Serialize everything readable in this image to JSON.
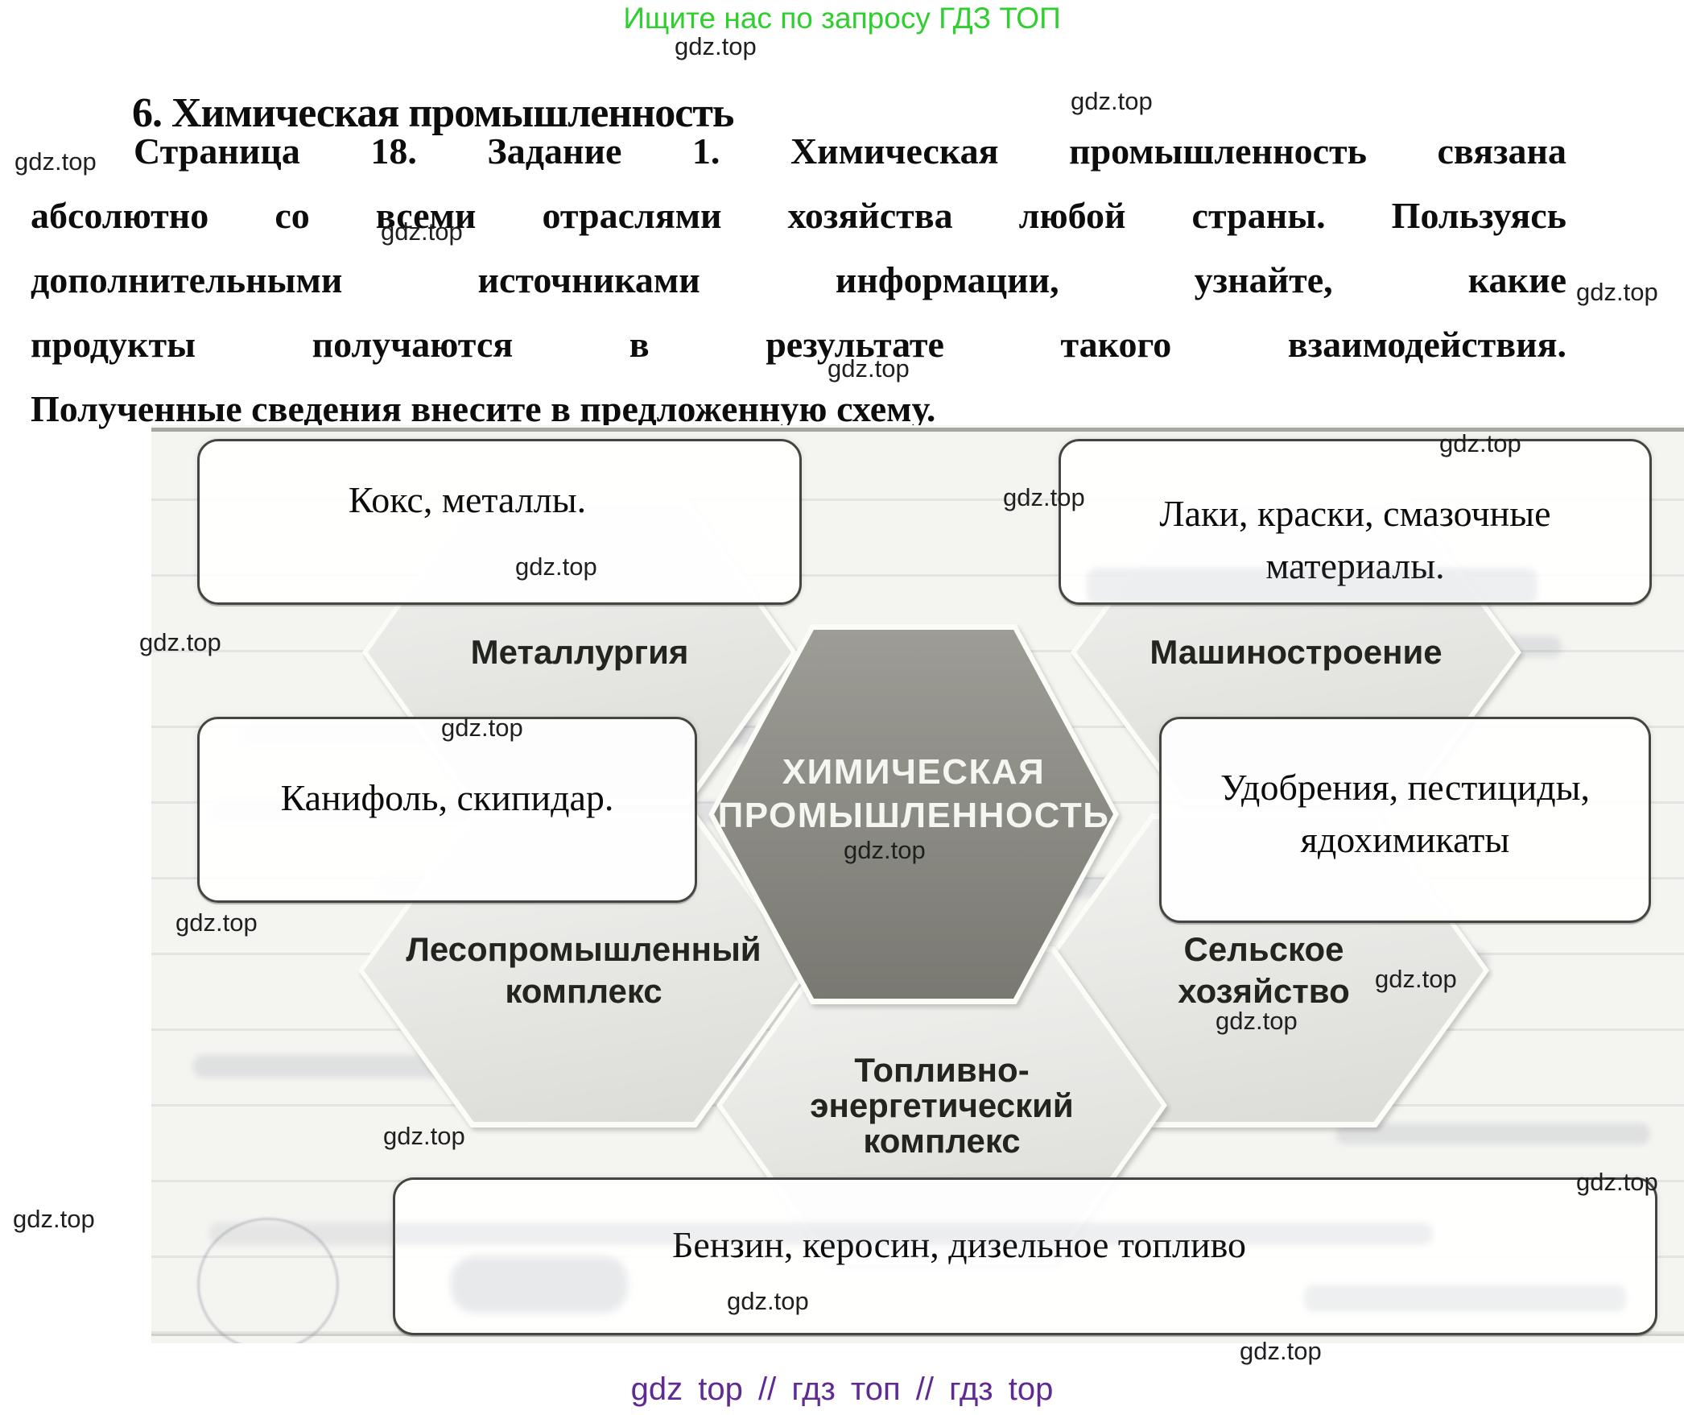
{
  "promo": {
    "text": "Ищите нас по запросу ГДЗ ТОП"
  },
  "watermark": {
    "text": "gdz.top"
  },
  "title": {
    "text": "6. Химическая промышленность"
  },
  "task": {
    "lines": [
      "Страница 18. Задание 1. Химическая промышленность связана",
      "абсолютно со всеми отраслями хозяйства любой страны. Пользуясь",
      "дополнительными источниками информации, узнайте, какие",
      "продукты получаются в результате такого взаимодействия.",
      "Полученные сведения внесите в предложенную схему."
    ]
  },
  "diagram": {
    "center": {
      "lines": [
        "ХИМИЧЕСКАЯ",
        "ПРОМЫШЛЕННОСТЬ"
      ]
    },
    "hexagons": [
      {
        "key": "metallurgy",
        "lines": [
          "Металлургия"
        ]
      },
      {
        "key": "machinery",
        "lines": [
          "Машиностроение"
        ]
      },
      {
        "key": "forestry",
        "lines": [
          "Лесопромышленный",
          "комплекс"
        ]
      },
      {
        "key": "agriculture",
        "lines": [
          "Сельское",
          "хозяйство"
        ]
      },
      {
        "key": "fuel-energy",
        "lines": [
          "Топливно-",
          "энергетический",
          "комплекс"
        ]
      }
    ],
    "answers": [
      {
        "key": "metallurgy",
        "text": "Кокс, металлы."
      },
      {
        "key": "machinery",
        "text": "Лаки, краски, смазочные материалы."
      },
      {
        "key": "forestry",
        "text": "Канифоль, скипидар."
      },
      {
        "key": "agriculture",
        "text": "Удобрения, пестициды, ядохимикаты"
      },
      {
        "key": "fuel-energy",
        "text": "Бензин, керосин, дизельное топливо"
      }
    ]
  },
  "footer": {
    "text": "gdz top // гдз топ // гдз top"
  },
  "colors": {
    "promo_green": "#2fcf2f",
    "footer_purple": "#5f2a93",
    "hex_dark_fill": "#8d8d85",
    "hex_light_fill": "#e8e8e4"
  }
}
